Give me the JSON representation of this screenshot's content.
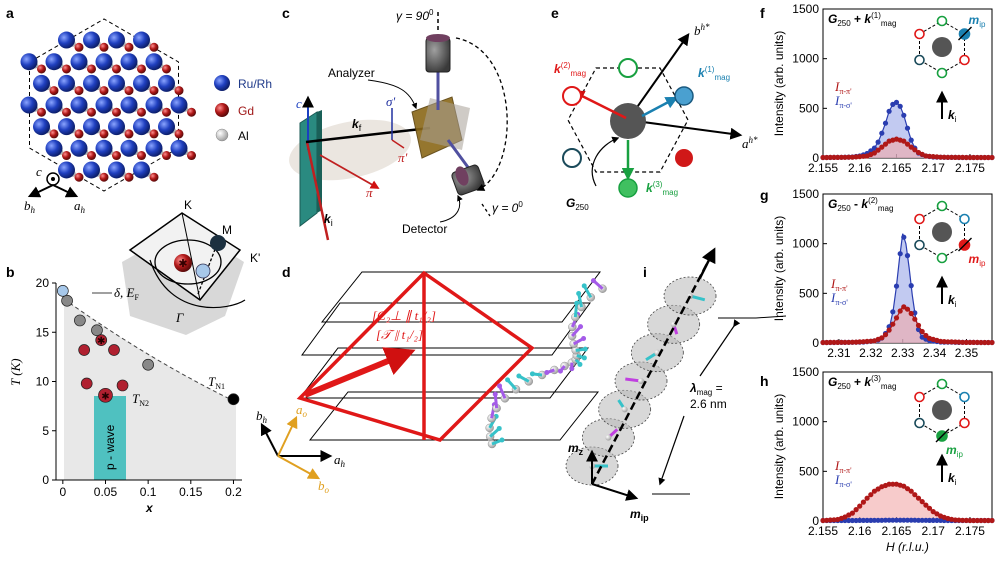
{
  "panels": {
    "a": "a",
    "b": "b",
    "c": "c",
    "d": "d",
    "e": "e",
    "f": "f",
    "g": "g",
    "h": "h",
    "i": "i"
  },
  "panel_a": {
    "legend": [
      "Ru/Rh",
      "Gd",
      "Al"
    ],
    "legend_colors": [
      "#1f3fa8",
      "#b02020",
      "#c8c8c8"
    ],
    "axis_c": "c",
    "axis_bh": "b",
    "axis_bh_sub": "h",
    "axis_ah": "a",
    "axis_ah_sub": "h"
  },
  "panel_b": {
    "ylabel": "T (K)",
    "xlabel": "x",
    "pwave": "p - wave",
    "TN1": "T",
    "TN1_sub": "N1",
    "TN2": "T",
    "TN2_sub": "N2",
    "fermi": "δ, E",
    "fermi_sub": "F",
    "bz_K": "K",
    "bz_M": "M",
    "bz_Kp": "K'",
    "bz_G": "Γ"
  },
  "panel_c": {
    "gamma90": "γ = 90",
    "gamma90_sup": "0",
    "gamma0": "γ = 0",
    "gamma0_sup": "0",
    "analyzer": "Analyzer",
    "detector": "Detector",
    "c": "c",
    "ki": "k",
    "ki_sub": "i",
    "kf": "k",
    "kf_sub": "f",
    "sigma": "σ'",
    "pip": "π'",
    "pi": "π"
  },
  "panel_d": {
    "sym1": "[C₂⊥ ∥ t₁/₂]",
    "sym2": "[𝒯 ∥ t₁/₂]",
    "ao": "a",
    "ao_sub": "o",
    "bo": "b",
    "bo_sub": "o",
    "ah": "a",
    "ah_sub": "h",
    "bh": "b",
    "bh_sub": "h"
  },
  "panel_e": {
    "k1": "k",
    "k1_sup": "(1)",
    "k1_sub": "mag",
    "k2": "k",
    "k2_sup": "(2)",
    "k2_sub": "mag",
    "k3": "k",
    "k3_sup": "(3)",
    "k3_sub": "mag",
    "G": "G",
    "G_sub": "250",
    "ah": "a",
    "ah_sup": "h*",
    "bh": "b",
    "bh_sup": "h*"
  },
  "panel_i": {
    "lambda": "λ",
    "lambda_sub": "mag",
    "lambda_eq": " =",
    "lambda_val": "2.6 nm",
    "mz": "m",
    "mz_sub": "z",
    "mip": "m",
    "mip_sub": "ip"
  },
  "inset": {
    "mip": "m",
    "mip_sub": "ip",
    "ki": "k",
    "ki_sub": "i"
  },
  "legend_pp": "I",
  "legend_pp_sub": "π-π'",
  "legend_ps": "I",
  "legend_ps_sub": "π-σ'",
  "chart_data": [
    {
      "type": "line",
      "panel": "f",
      "title": "G250 + k(1)mag",
      "ylabel": "Intensity (arb. units)",
      "ylim": [
        0,
        1500
      ],
      "yticks": [
        0,
        500,
        1000,
        1500
      ],
      "xlim": [
        2.155,
        2.178
      ],
      "xticks": [
        "2.155",
        "2.16",
        "2.165",
        "2.17",
        "2.175"
      ],
      "xtick_values": [
        2.155,
        2.16,
        2.165,
        2.17,
        2.175
      ],
      "series": [
        {
          "name": "π-σ'",
          "color": "#2a3db0",
          "x": [
            2.155,
            2.157,
            2.159,
            2.16,
            2.161,
            2.162,
            2.1625,
            2.163,
            2.1635,
            2.164,
            2.1645,
            2.165,
            2.1655,
            2.166,
            2.1665,
            2.167,
            2.1675,
            2.168,
            2.169,
            2.17,
            2.172,
            2.175,
            2.178
          ],
          "y": [
            5,
            6,
            10,
            20,
            45,
            100,
            160,
            250,
            350,
            470,
            540,
            560,
            520,
            430,
            300,
            180,
            100,
            50,
            20,
            10,
            6,
            5,
            5
          ]
        },
        {
          "name": "π-π'",
          "color": "#b01818",
          "x": [
            2.155,
            2.159,
            2.161,
            2.162,
            2.163,
            2.164,
            2.165,
            2.166,
            2.167,
            2.168,
            2.169,
            2.171,
            2.175,
            2.178
          ],
          "y": [
            5,
            8,
            20,
            50,
            110,
            170,
            190,
            170,
            110,
            55,
            20,
            8,
            5,
            5
          ]
        }
      ]
    },
    {
      "type": "line",
      "panel": "g",
      "title": "G250 - k(2)mag",
      "ylabel": "Intensity (arb. units)",
      "ylim": [
        0,
        1500
      ],
      "yticks": [
        0,
        500,
        1000,
        1500
      ],
      "xlim": [
        2.305,
        2.358
      ],
      "xticks": [
        "2.31",
        "2.32",
        "2.33",
        "2.34",
        "2.35"
      ],
      "xtick_values": [
        2.31,
        2.32,
        2.33,
        2.34,
        2.35
      ],
      "series": [
        {
          "name": "π-σ'",
          "color": "#2a3db0",
          "x": [
            2.305,
            2.312,
            2.318,
            2.322,
            2.324,
            2.326,
            2.327,
            2.328,
            2.329,
            2.33,
            2.331,
            2.332,
            2.333,
            2.334,
            2.335,
            2.336,
            2.338,
            2.342,
            2.348,
            2.358
          ],
          "y": [
            5,
            6,
            10,
            25,
            60,
            180,
            330,
            560,
            850,
            1100,
            1000,
            760,
            480,
            260,
            130,
            60,
            25,
            10,
            6,
            5
          ]
        },
        {
          "name": "π-π'",
          "color": "#b01818",
          "x": [
            2.305,
            2.315,
            2.321,
            2.324,
            2.326,
            2.328,
            2.33,
            2.332,
            2.334,
            2.336,
            2.338,
            2.342,
            2.35,
            2.358
          ],
          "y": [
            5,
            8,
            20,
            60,
            140,
            250,
            370,
            330,
            230,
            120,
            50,
            15,
            6,
            5
          ]
        }
      ]
    },
    {
      "type": "line",
      "panel": "h",
      "title": "G250 + k(3)mag",
      "ylabel": "Intensity (arb. units)",
      "xlabel": "H (r.l.u.)",
      "ylim": [
        0,
        1500
      ],
      "yticks": [
        0,
        500,
        1000,
        1500
      ],
      "xlim": [
        2.155,
        2.178
      ],
      "xticks": [
        "2.155",
        "2.16",
        "2.165",
        "2.17",
        "2.175"
      ],
      "xtick_values": [
        2.155,
        2.16,
        2.165,
        2.17,
        2.175
      ],
      "series": [
        {
          "name": "π-σ'",
          "color": "#2a3db0",
          "x": [
            2.155,
            2.158,
            2.161,
            2.164,
            2.167,
            2.17,
            2.173,
            2.178
          ],
          "y": [
            5,
            5,
            6,
            8,
            8,
            6,
            5,
            5
          ]
        },
        {
          "name": "π-π'",
          "color": "#b01818",
          "x": [
            2.155,
            2.157,
            2.158,
            2.159,
            2.16,
            2.161,
            2.162,
            2.163,
            2.164,
            2.165,
            2.166,
            2.167,
            2.168,
            2.169,
            2.17,
            2.171,
            2.172,
            2.173,
            2.175,
            2.178
          ],
          "y": [
            5,
            15,
            40,
            80,
            150,
            230,
            300,
            345,
            370,
            370,
            350,
            300,
            230,
            160,
            95,
            50,
            25,
            10,
            5,
            5
          ]
        }
      ]
    },
    {
      "type": "scatter",
      "panel": "b",
      "xlabel": "x",
      "ylabel": "T (K)",
      "xlim": [
        -0.008,
        0.21
      ],
      "ylim": [
        0,
        20
      ],
      "xticks": [
        "0",
        "0.05",
        "0.1",
        "0.15",
        "0.2"
      ],
      "xtick_values": [
        0,
        0.05,
        0.1,
        0.15,
        0.2
      ],
      "yticks": [
        0,
        5,
        10,
        15,
        20
      ],
      "series": [
        {
          "name": "TN1",
          "color": "#888888",
          "x": [
            0.005,
            0.02,
            0.04,
            0.1
          ],
          "y": [
            18.2,
            16.2,
            15.2,
            11.7
          ]
        },
        {
          "name": "x0",
          "color": "#a7c8ea",
          "x": [
            0
          ],
          "y": [
            19.2
          ]
        },
        {
          "name": "x02",
          "color": "#000000",
          "x": [
            0.2
          ],
          "y": [
            8.2
          ]
        },
        {
          "name": "Gd",
          "color": "#b02030",
          "x": [
            0.025,
            0.045,
            0.06
          ],
          "y": [
            13.2,
            14.2,
            13.2
          ]
        },
        {
          "name": "TN2",
          "color": "#b02030",
          "x": [
            0.028,
            0.07
          ],
          "y": [
            9.8,
            9.6
          ]
        },
        {
          "name": "star",
          "color": "#b02030",
          "x": [
            0.05
          ],
          "y": [
            8.6
          ]
        }
      ]
    }
  ]
}
